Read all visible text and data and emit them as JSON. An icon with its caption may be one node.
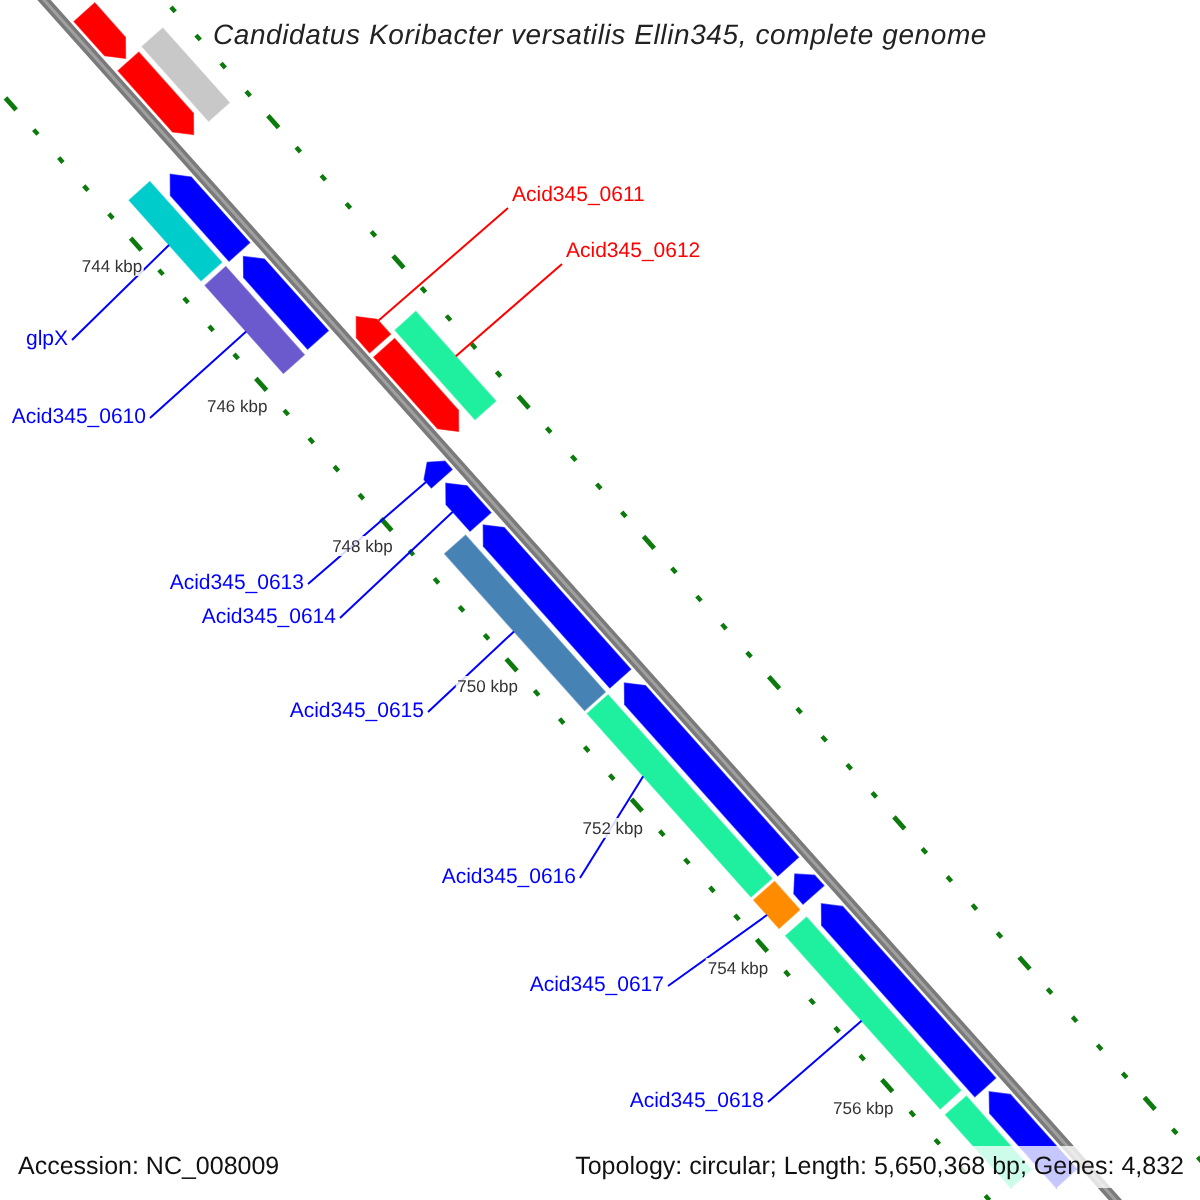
{
  "diagram": {
    "title": "Candidatus Koribacter versatilis Ellin345, complete genome",
    "nodes": [
      {
        "text": [],
        "shape": "arrow"
      },
      {
        "text": [],
        "shape": "bar"
      },
      {
        "text": [],
        "shape": "arrow"
      },
      {
        "text": [],
        "shape": "arrow"
      },
      {
        "text": [],
        "shape": "bar"
      },
      {
        "text": [
          "glpX"
        ]
      },
      {
        "text": [],
        "shape": "arrow"
      },
      {
        "text": [],
        "shape": "bar"
      },
      {
        "text": [
          "Acid345_0610"
        ]
      },
      {
        "text": [
          "Acid345_0611"
        ]
      },
      {
        "text": [
          "Acid345_0612"
        ]
      },
      {
        "text": [],
        "shape": "arrow"
      },
      {
        "text": [],
        "shape": "bar"
      },
      {
        "text": [],
        "shape": "arrow"
      },
      {
        "text": [],
        "shape": "arrow"
      },
      {
        "text": [],
        "shape": "arrow"
      },
      {
        "text": [
          "Acid345_0613"
        ]
      },
      {
        "text": [
          "Acid345_0614"
        ]
      },
      {
        "text": [],
        "shape": "arrow"
      },
      {
        "text": [],
        "shape": "bar"
      },
      {
        "text": [
          "Acid345_0615"
        ]
      },
      {
        "text": [],
        "shape": "bar"
      },
      {
        "text": [
          "Acid345_0616"
        ]
      },
      {
        "text": [],
        "shape": "arrow"
      },
      {
        "text": [],
        "shape": "arrow"
      },
      {
        "text": [],
        "shape": "bar"
      },
      {
        "text": [
          "Acid345_0617"
        ]
      },
      {
        "text": [],
        "shape": "arrow"
      },
      {
        "text": [],
        "shape": "bar"
      },
      {
        "text": [
          "Acid345_0618"
        ]
      },
      {
        "text": [],
        "shape": "arrow"
      },
      {
        "text": [],
        "shape": "bar"
      }
    ],
    "edges": [
      {
        "from": 5,
        "to": 4,
        "arrow": "none"
      },
      {
        "from": 8,
        "to": 7,
        "arrow": "none"
      },
      {
        "from": 9,
        "to": 11,
        "arrow": "none",
        "color": "#ff0000"
      },
      {
        "from": 10,
        "to": 12,
        "arrow": "none",
        "color": "#ff0000"
      },
      {
        "from": 16,
        "to": 14,
        "arrow": "none"
      },
      {
        "from": 17,
        "to": 15,
        "arrow": "none"
      },
      {
        "from": 20,
        "to": 19,
        "arrow": "none"
      },
      {
        "from": 22,
        "to": 21,
        "arrow": "none"
      },
      {
        "from": 26,
        "to": 25,
        "arrow": "none"
      },
      {
        "from": 29,
        "to": 28,
        "arrow": "none"
      }
    ],
    "labels": [
      "744 kbp",
      "746 kbp",
      "748 kbp",
      "750 kbp",
      "752 kbp",
      "754 kbp",
      "756 kbp",
      "Accession: NC_008009",
      "Topology: circular; Length: 5,650,368 bp; Genes: 4,832"
    ]
  }
}
